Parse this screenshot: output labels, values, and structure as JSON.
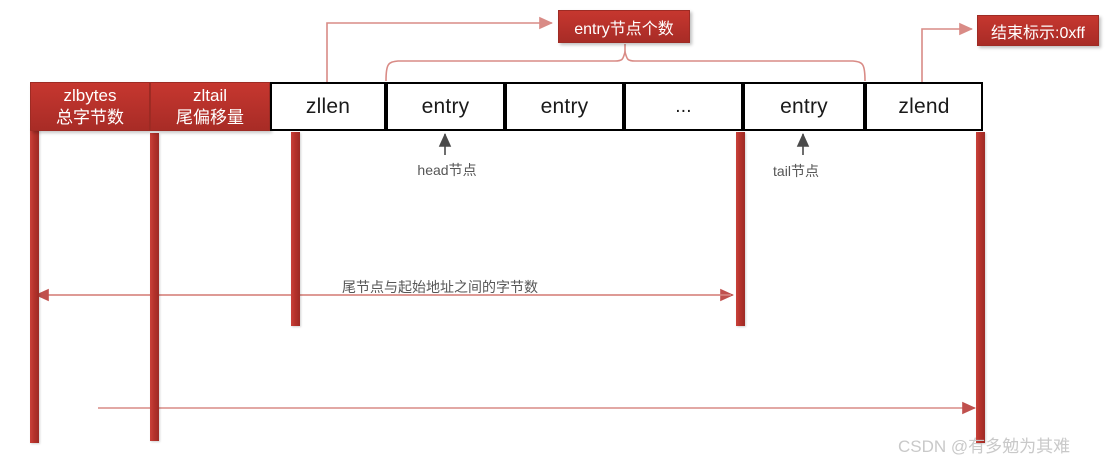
{
  "diagram": {
    "title_text": "",
    "colors": {
      "red_fill": "#b4302a",
      "red_border": "#9e2b24",
      "connector": "#d98b86",
      "arrow": "#c0504d",
      "cell_border": "#000000",
      "annotation_text": "#565656",
      "watermark": "#c9c9c9"
    },
    "header_cells": [
      {
        "id": "zlbytes",
        "line1": "zlbytes",
        "line2": "总字节数",
        "style": "red"
      },
      {
        "id": "zltail",
        "line1": "zltail",
        "line2": "尾偏移量",
        "style": "red"
      },
      {
        "id": "zllen",
        "label": "zllen",
        "style": "plain"
      },
      {
        "id": "entry1",
        "label": "entry",
        "style": "plain"
      },
      {
        "id": "entry2",
        "label": "entry",
        "style": "plain"
      },
      {
        "id": "gap",
        "label": "...",
        "style": "plain"
      },
      {
        "id": "entryN",
        "label": "entry",
        "style": "plain"
      },
      {
        "id": "zlend",
        "label": "zlend",
        "style": "plain"
      }
    ],
    "callouts": [
      {
        "id": "entry-count",
        "text": "entry节点个数"
      },
      {
        "id": "end-marker",
        "text": "结束标示:0xff"
      }
    ],
    "annotations": [
      {
        "id": "head-node",
        "text": "head节点"
      },
      {
        "id": "tail-node",
        "text": "tail节点"
      },
      {
        "id": "tail-offset",
        "text": "尾节点与起始地址之间的字节数"
      }
    ],
    "watermark": "CSDN @有多勉为其难"
  }
}
